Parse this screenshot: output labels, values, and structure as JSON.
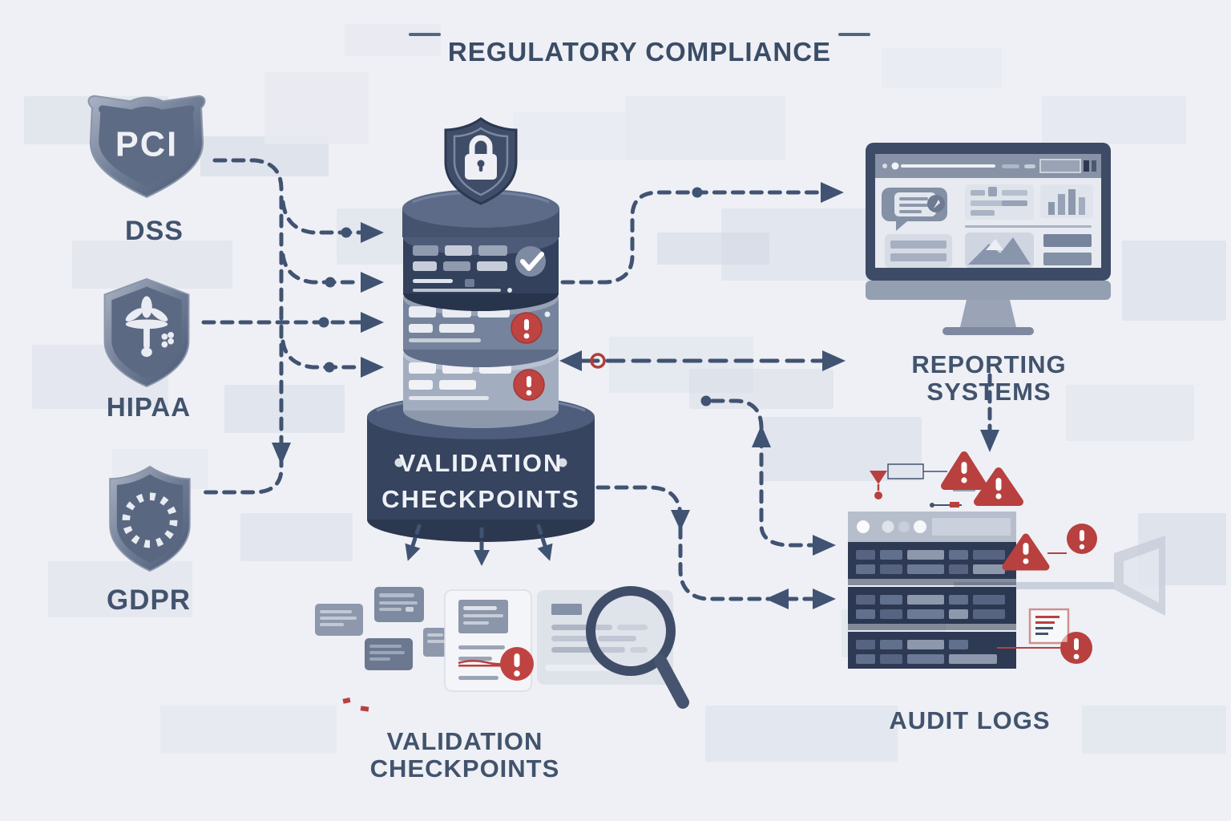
{
  "title": "REGULATORY COMPLIANCE",
  "badges": [
    {
      "name": "pci-dss",
      "shield_text": "PCI",
      "label": "DSS"
    },
    {
      "name": "hipaa",
      "label": "HIPAA"
    },
    {
      "name": "gdpr",
      "label": "GDPR"
    }
  ],
  "database": {
    "label_line1": "VALIDATION",
    "label_line2": "CHECKPOINTS"
  },
  "labels": {
    "reporting": "REPORTING SYSTEMS",
    "validation": "VALIDATION CHECKPOINTS",
    "audit": "AUDIT LOGS"
  },
  "colors": {
    "background": "#eef0f5",
    "ink": "#415372",
    "title_text": "#3b4c66",
    "navy_layer": "#34415d",
    "mid_layer": "#76839c",
    "light_layer": "#a3adc0",
    "alert_red": "#bf4341",
    "white": "#eef1f6"
  },
  "icons": [
    "lock-shield-icon",
    "check-circle-icon",
    "alert-circle-icon",
    "warning-triangle-icon",
    "magnifier-icon",
    "monitor-dashboard-icon",
    "server-rack-icon",
    "database-stack-icon",
    "pci-shield-icon",
    "hipaa-shield-icon",
    "gdpr-shield-icon"
  ]
}
